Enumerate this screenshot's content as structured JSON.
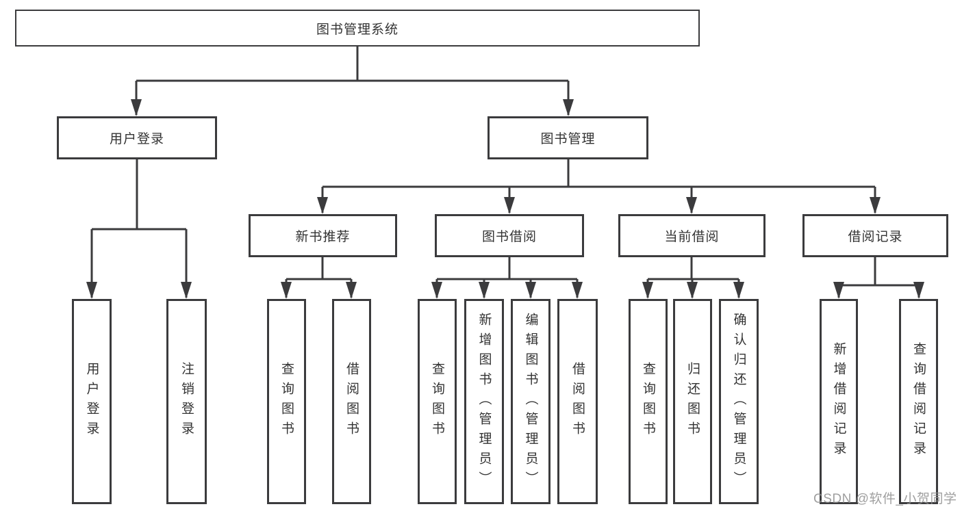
{
  "root": {
    "label": "图书管理系统"
  },
  "login": {
    "label": "用户登录",
    "children": [
      {
        "label": "用户登录"
      },
      {
        "label": "注销登录"
      }
    ]
  },
  "management": {
    "label": "图书管理",
    "sections": [
      {
        "label": "新书推荐",
        "children": [
          {
            "label": "查询图书"
          },
          {
            "label": "借阅图书"
          }
        ]
      },
      {
        "label": "图书借阅",
        "children": [
          {
            "label": "查询图书"
          },
          {
            "label": "新增图书（管理员）"
          },
          {
            "label": "编辑图书（管理员）"
          },
          {
            "label": "借阅图书"
          }
        ]
      },
      {
        "label": "当前借阅",
        "children": [
          {
            "label": "查询图书"
          },
          {
            "label": "归还图书"
          },
          {
            "label": "确认归还（管理员）"
          }
        ]
      },
      {
        "label": "借阅记录",
        "children": [
          {
            "label": "新增借阅记录"
          },
          {
            "label": "查询借阅记录"
          }
        ]
      }
    ]
  },
  "watermark": "CSDN @软件_小贺同学",
  "colors": {
    "line": "#3b3b3d",
    "text": "#333333",
    "background": "#ffffff",
    "watermark": "#8f8f8f"
  }
}
